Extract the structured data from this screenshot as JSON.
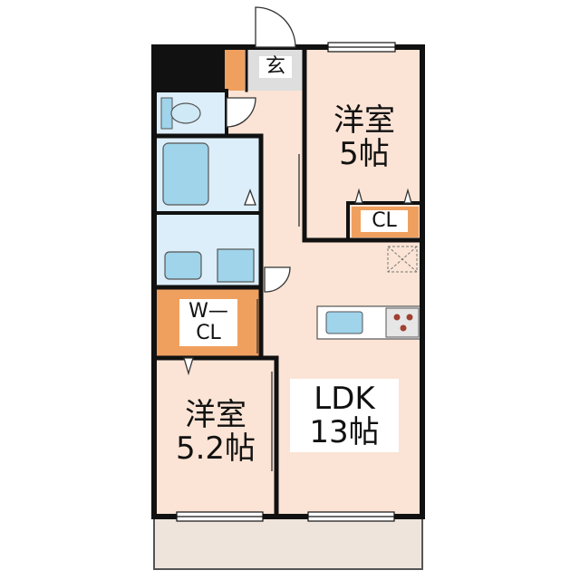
{
  "rooms": {
    "bedroom1": {
      "name": "洋室",
      "size": "5帖"
    },
    "bedroom2": {
      "name": "洋室",
      "size": "5.2帖"
    },
    "ldk": {
      "name": "LDK",
      "size": "13帖"
    },
    "entrance": {
      "label": "玄"
    },
    "closet": {
      "label": "CL"
    },
    "walkin_closet": {
      "line1": "W—",
      "line2": "CL"
    }
  },
  "colors": {
    "floor": "#fbe4d5",
    "wet_area": "#dceef9",
    "closet": "#f0a05e",
    "balcony": "#efe4dc",
    "wall": "#111111",
    "fixture": "#9fd4ea"
  }
}
